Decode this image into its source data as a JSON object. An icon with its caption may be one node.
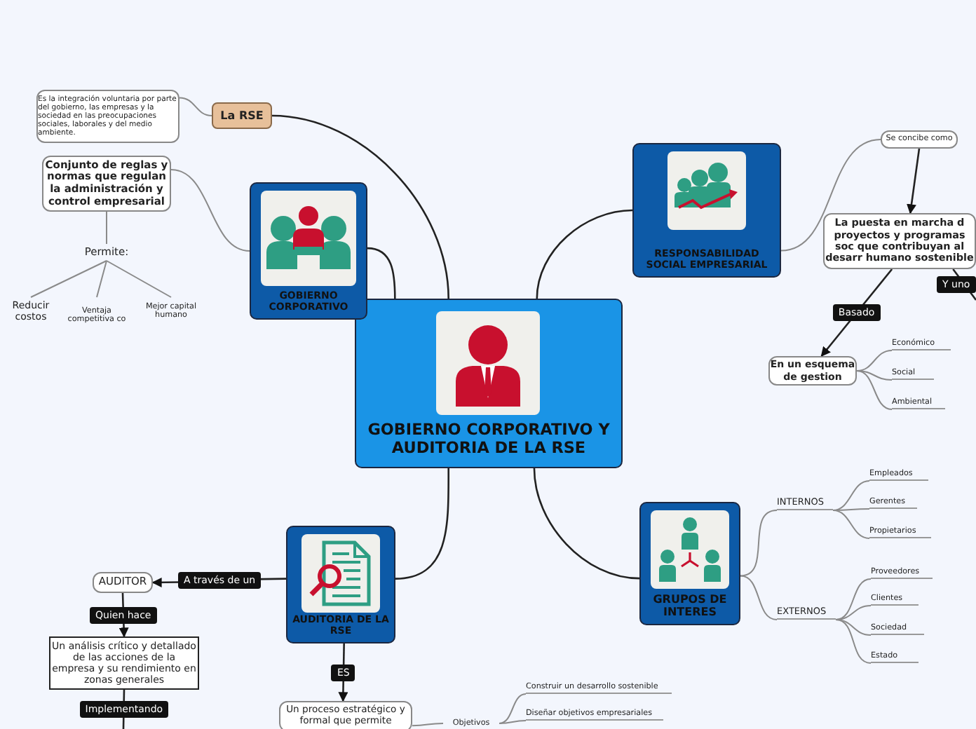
{
  "diagram": {
    "nodes": [
      {
        "text": [
          "GOBIERNO CORPORATIVO Y AUDITORIA DE LA RSE"
        ]
      },
      {
        "text": [
          "GOBIERNO CORPORATIVO"
        ]
      },
      {
        "text": [
          "RESPONSABILIDAD SOCIAL EMPRESARIAL"
        ]
      },
      {
        "text": [
          "GRUPOS DE INTERES"
        ]
      },
      {
        "text": [
          "AUDITORIA DE LA RSE"
        ]
      },
      {
        "text": [
          "La RSE"
        ]
      },
      {
        "text": [
          "Es la integración voluntaria por parte del gobierno, las empresas y la sociedad en las preocupaciones sociales, laborales y del medio ambiente."
        ]
      },
      {
        "text": [
          "Conjunto de reglas y normas que regulan la administración y control empresarial"
        ]
      },
      {
        "text": [
          "Permite:"
        ]
      },
      {
        "text": [
          "Reducir costos"
        ]
      },
      {
        "text": [
          "Ventaja competitiva co"
        ]
      },
      {
        "text": [
          "Mejor capital humano"
        ]
      },
      {
        "text": [
          "Se concibe como"
        ]
      },
      {
        "text": [
          "La puesta en marcha d proyectos y programas soc que contribuyan al desarr humano sostenible"
        ]
      },
      {
        "text": [
          "En un esquema de gestion"
        ]
      },
      {
        "text": [
          "Económico"
        ]
      },
      {
        "text": [
          "Social"
        ]
      },
      {
        "text": [
          "Ambiental"
        ]
      },
      {
        "text": [
          "INTERNOS"
        ]
      },
      {
        "text": [
          "EXTERNOS"
        ]
      },
      {
        "text": [
          "Empleados"
        ]
      },
      {
        "text": [
          "Gerentes"
        ]
      },
      {
        "text": [
          "Propietarios"
        ]
      },
      {
        "text": [
          "Proveedores"
        ]
      },
      {
        "text": [
          "Clientes"
        ]
      },
      {
        "text": [
          "Sociedad"
        ]
      },
      {
        "text": [
          "Estado"
        ]
      },
      {
        "text": [
          "AUDITOR"
        ]
      },
      {
        "text": [
          "Un análisis crítico y detallado de las acciones de la empresa y su rendimiento en zonas generales"
        ]
      },
      {
        "text": [
          "Un proceso estratégico y formal que permite"
        ]
      },
      {
        "text": [
          "Objetivos"
        ]
      },
      {
        "text": [
          "Construir un desarrollo sostenible"
        ]
      },
      {
        "text": [
          "Diseñar objetivos empresariales"
        ]
      }
    ],
    "edges": [
      {
        "from": 0,
        "to": 1,
        "arrow": "none",
        "color": "#222222"
      },
      {
        "from": 0,
        "to": 5,
        "arrow": "none",
        "color": "#222222"
      },
      {
        "from": 0,
        "to": 2,
        "arrow": "none",
        "color": "#222222"
      },
      {
        "from": 0,
        "to": 3,
        "arrow": "none",
        "color": "#222222"
      },
      {
        "from": 0,
        "to": 4,
        "arrow": "none",
        "color": "#222222"
      },
      {
        "from": 5,
        "to": 6,
        "arrow": "none"
      },
      {
        "from": 1,
        "to": 7,
        "arrow": "none"
      },
      {
        "from": 7,
        "to": 8,
        "arrow": "none"
      },
      {
        "from": 8,
        "to": 9,
        "arrow": "none"
      },
      {
        "from": 8,
        "to": 10,
        "arrow": "none"
      },
      {
        "from": 8,
        "to": 11,
        "arrow": "none"
      },
      {
        "from": 2,
        "to": 12,
        "arrow": "none"
      },
      {
        "from": 12,
        "to": 13,
        "arrow": "to",
        "color": "#222222"
      },
      {
        "from": 13,
        "to": 14,
        "arrow": "to",
        "label": "Basado",
        "color": "#222222"
      },
      {
        "from": 13,
        "to": null,
        "arrow": "none",
        "label": "Y uno",
        "color": "#222222"
      },
      {
        "from": 14,
        "to": 15,
        "arrow": "none"
      },
      {
        "from": 14,
        "to": 16,
        "arrow": "none"
      },
      {
        "from": 14,
        "to": 17,
        "arrow": "none"
      },
      {
        "from": 3,
        "to": 18,
        "arrow": "none"
      },
      {
        "from": 3,
        "to": 19,
        "arrow": "none"
      },
      {
        "from": 18,
        "to": 20,
        "arrow": "none"
      },
      {
        "from": 18,
        "to": 21,
        "arrow": "none"
      },
      {
        "from": 18,
        "to": 22,
        "arrow": "none"
      },
      {
        "from": 19,
        "to": 23,
        "arrow": "none"
      },
      {
        "from": 19,
        "to": 24,
        "arrow": "none"
      },
      {
        "from": 19,
        "to": 25,
        "arrow": "none"
      },
      {
        "from": 19,
        "to": 26,
        "arrow": "none"
      },
      {
        "from": 4,
        "to": 27,
        "arrow": "to",
        "label": "A través de un",
        "color": "#222222"
      },
      {
        "from": 27,
        "to": 28,
        "arrow": "to",
        "label": "Quien hace",
        "color": "#222222"
      },
      {
        "from": 28,
        "to": null,
        "arrow": "none",
        "label": "Implementando",
        "color": "#222222"
      },
      {
        "from": 4,
        "to": 29,
        "arrow": "to",
        "label": "ES",
        "color": "#222222"
      },
      {
        "from": 29,
        "to": 30,
        "arrow": "none"
      },
      {
        "from": 30,
        "to": 31,
        "arrow": "none"
      },
      {
        "from": 30,
        "to": 32,
        "arrow": "none"
      }
    ]
  }
}
